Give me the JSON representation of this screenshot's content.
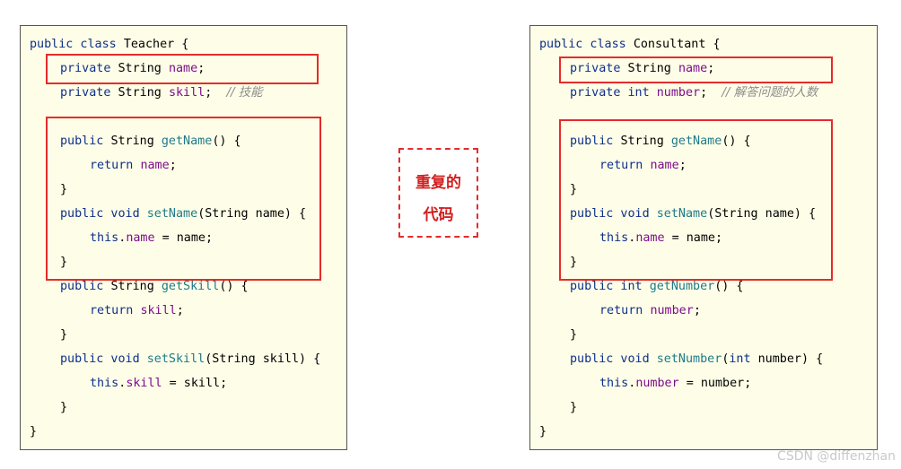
{
  "left_panel": {
    "lines": [
      [
        [
          "kw",
          "public class "
        ],
        [
          "p",
          "Teacher {"
        ]
      ],
      [
        [
          "kw",
          "private "
        ],
        [
          "p",
          "String "
        ],
        [
          "f",
          "name"
        ],
        [
          "p",
          ";"
        ]
      ],
      [
        [
          "kw",
          "private "
        ],
        [
          "p",
          "String "
        ],
        [
          "f",
          "skill"
        ],
        [
          "p",
          ";  "
        ],
        [
          "c",
          "// 技能"
        ]
      ],
      [],
      [
        [
          "kw",
          "public "
        ],
        [
          "p",
          "String "
        ],
        [
          "m",
          "getName"
        ],
        [
          "p",
          "() {"
        ]
      ],
      [
        [
          "kw",
          "return "
        ],
        [
          "f",
          "name"
        ],
        [
          "p",
          ";"
        ]
      ],
      [
        [
          "p",
          "}"
        ]
      ],
      [
        [
          "kw",
          "public void "
        ],
        [
          "m",
          "setName"
        ],
        [
          "p",
          "(String name) {"
        ]
      ],
      [
        [
          "kw",
          "this"
        ],
        [
          "p",
          "."
        ],
        [
          "f",
          "name"
        ],
        [
          "p",
          " = name;"
        ]
      ],
      [
        [
          "p",
          "}"
        ]
      ],
      [
        [
          "kw",
          "public "
        ],
        [
          "p",
          "String "
        ],
        [
          "m",
          "getSkill"
        ],
        [
          "p",
          "() {"
        ]
      ],
      [
        [
          "kw",
          "return "
        ],
        [
          "f",
          "skill"
        ],
        [
          "p",
          ";"
        ]
      ],
      [
        [
          "p",
          "}"
        ]
      ],
      [
        [
          "kw",
          "public void "
        ],
        [
          "m",
          "setSkill"
        ],
        [
          "p",
          "(String skill) {"
        ]
      ],
      [
        [
          "kw",
          "this"
        ],
        [
          "p",
          "."
        ],
        [
          "f",
          "skill"
        ],
        [
          "p",
          " = skill;"
        ]
      ],
      [
        [
          "p",
          "}"
        ]
      ],
      [
        [
          "p",
          "}"
        ]
      ]
    ]
  },
  "right_panel": {
    "lines": [
      [
        [
          "kw",
          "public class "
        ],
        [
          "p",
          "Consultant {"
        ]
      ],
      [
        [
          "kw",
          "private "
        ],
        [
          "p",
          "String "
        ],
        [
          "f",
          "name"
        ],
        [
          "p",
          ";"
        ]
      ],
      [
        [
          "kw",
          "private int "
        ],
        [
          "f",
          "number"
        ],
        [
          "p",
          ";  "
        ],
        [
          "c",
          "// 解答问题的人数"
        ]
      ],
      [],
      [
        [
          "kw",
          "public "
        ],
        [
          "p",
          "String "
        ],
        [
          "m",
          "getName"
        ],
        [
          "p",
          "() {"
        ]
      ],
      [
        [
          "kw",
          "return "
        ],
        [
          "f",
          "name"
        ],
        [
          "p",
          ";"
        ]
      ],
      [
        [
          "p",
          "}"
        ]
      ],
      [
        [
          "kw",
          "public void "
        ],
        [
          "m",
          "setName"
        ],
        [
          "p",
          "(String name) {"
        ]
      ],
      [
        [
          "kw",
          "this"
        ],
        [
          "p",
          "."
        ],
        [
          "f",
          "name"
        ],
        [
          "p",
          " = name;"
        ]
      ],
      [
        [
          "p",
          "}"
        ]
      ],
      [
        [
          "kw",
          "public int "
        ],
        [
          "m",
          "getNumber"
        ],
        [
          "p",
          "() {"
        ]
      ],
      [
        [
          "kw",
          "return "
        ],
        [
          "f",
          "number"
        ],
        [
          "p",
          ";"
        ]
      ],
      [
        [
          "p",
          "}"
        ]
      ],
      [
        [
          "kw",
          "public void "
        ],
        [
          "m",
          "setNumber"
        ],
        [
          "p",
          "("
        ],
        [
          "kw",
          "int "
        ],
        [
          "p",
          "number) {"
        ]
      ],
      [
        [
          "kw",
          "this"
        ],
        [
          "p",
          "."
        ],
        [
          "f",
          "number"
        ],
        [
          "p",
          " = number;"
        ]
      ],
      [
        [
          "p",
          "}"
        ]
      ],
      [
        [
          "p",
          "}"
        ]
      ]
    ]
  },
  "duplicate_label": {
    "line1": "重复的",
    "line2": "代码"
  },
  "watermark": "CSDN @diffenzhan",
  "colors": {
    "panel_background": "#fefee8",
    "highlight_border": "#e52b2b",
    "keyword": "#0e2f8a",
    "field": "#7d0b8c",
    "method": "#1d7a8a",
    "comment": "#8c8c8c"
  }
}
